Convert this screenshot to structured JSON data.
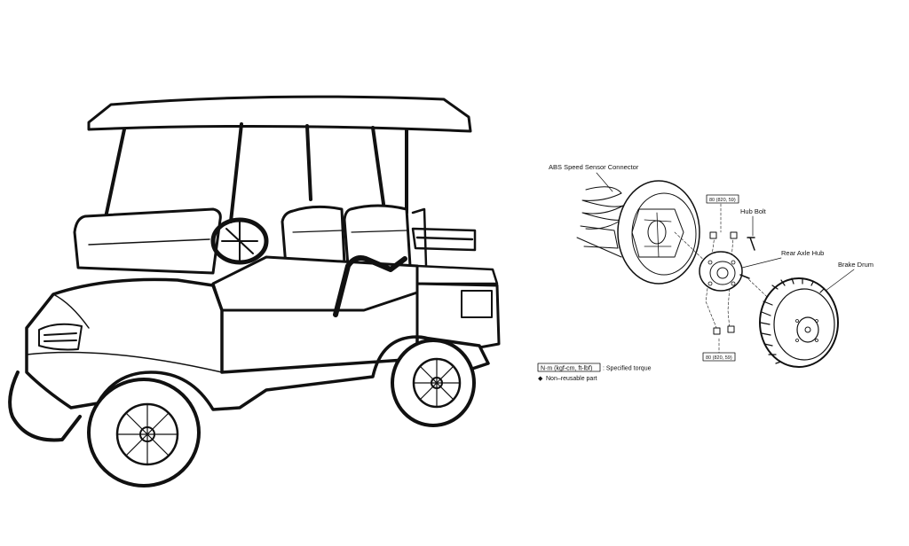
{
  "diagram": {
    "labels": {
      "abs_sensor": "ABS Speed Sensor Connector",
      "hub_bolt": "Hub Bolt",
      "rear_axle_hub": "Rear Axle Hub",
      "brake_drum": "Brake Drum"
    },
    "torque_top": "80 (820, 59)",
    "torque_bottom": "80 (820, 59)",
    "legend": {
      "torque_unit": "N·m (kgf-cm, ft-lbf)",
      "torque_desc": ": Specified torque",
      "nonreusable_symbol": "◆",
      "nonreusable_desc": "Non–reusable part"
    }
  },
  "colors": {
    "line": "#111111",
    "background": "#ffffff"
  }
}
